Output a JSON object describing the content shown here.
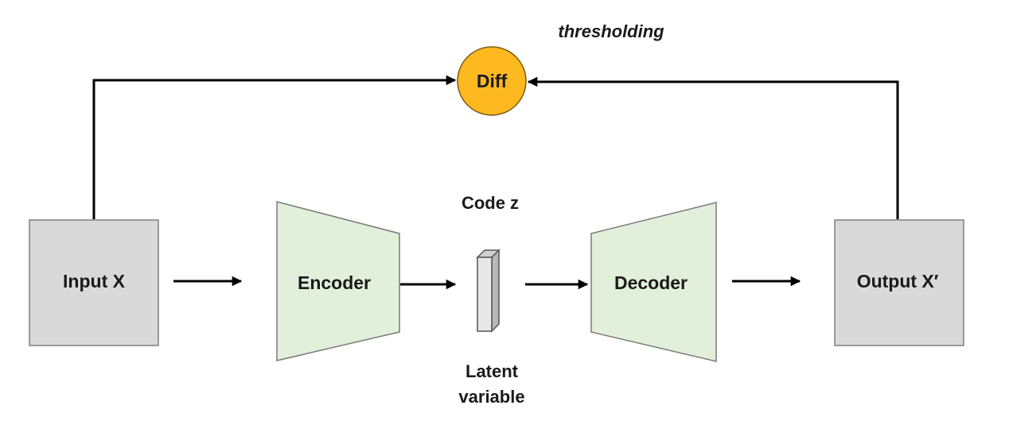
{
  "diagram": {
    "nodes": {
      "input": {
        "label": "Input X"
      },
      "encoder": {
        "label": "Encoder"
      },
      "decoder": {
        "label": "Decoder"
      },
      "output": {
        "label": "Output X′"
      },
      "diff": {
        "label": "Diff"
      }
    },
    "annotations": {
      "threshold": "thresholding",
      "code": "Code z",
      "latent_line1": "Latent",
      "latent_line2": "variable"
    },
    "colors": {
      "io_box_fill": "#d9d9d9",
      "io_box_stroke": "#7f7f7f",
      "coder_fill": "#e2efda",
      "coder_stroke": "#7a7a7a",
      "diff_fill": "#ffb920",
      "diff_stroke": "#7a5a10",
      "latent_front": "#e8e8e8",
      "latent_side": "#b8b8b8",
      "edge": "#000000"
    }
  }
}
